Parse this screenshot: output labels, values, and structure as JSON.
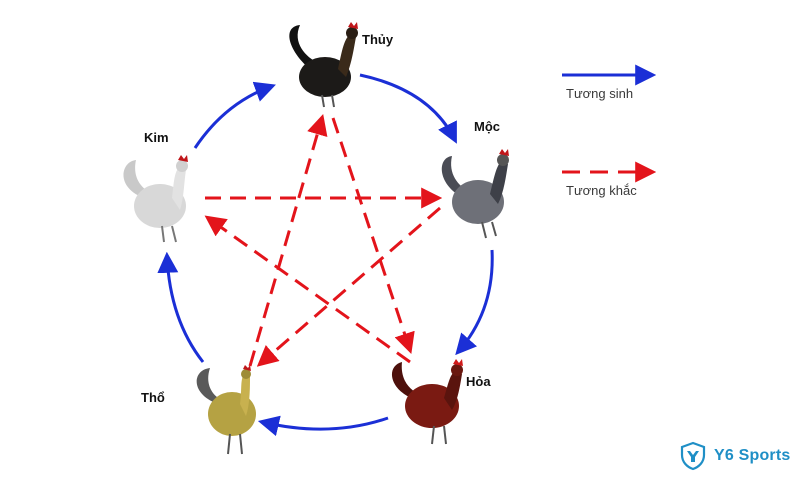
{
  "diagram": {
    "nodes": [
      {
        "id": "thuy",
        "label": "Thủy",
        "color": "#1c1a18",
        "accent": "#3a2a1a"
      },
      {
        "id": "moc",
        "label": "Mộc",
        "color": "#6e7078",
        "accent": "#3e4048"
      },
      {
        "id": "hoa",
        "label": "Hỏa",
        "color": "#7a1a12",
        "accent": "#4d100c"
      },
      {
        "id": "tho",
        "label": "Thổ",
        "color": "#b5a243",
        "accent": "#5a5a5a"
      },
      {
        "id": "kim",
        "label": "Kim",
        "color": "#d8d8d8",
        "accent": "#a9a9a9"
      }
    ],
    "edges_sinh": [
      {
        "from": "thuy",
        "to": "moc"
      },
      {
        "from": "moc",
        "to": "hoa"
      },
      {
        "from": "hoa",
        "to": "tho"
      },
      {
        "from": "tho",
        "to": "kim"
      },
      {
        "from": "kim",
        "to": "thuy"
      }
    ],
    "edges_khac": [
      {
        "from": "thuy",
        "to": "hoa"
      },
      {
        "from": "hoa",
        "to": "kim"
      },
      {
        "from": "kim",
        "to": "moc"
      },
      {
        "from": "moc",
        "to": "tho"
      },
      {
        "from": "tho",
        "to": "thuy"
      }
    ]
  },
  "legend": {
    "sinh": {
      "label": "Tương sinh",
      "color": "#1b2fd6",
      "icon": "solid-arrow-icon"
    },
    "khac": {
      "label": "Tương khắc",
      "color": "#e3141b",
      "icon": "dashed-arrow-icon"
    }
  },
  "logo": {
    "text": "Y6 Sports",
    "color": "#1f8fc6",
    "icon": "shield-logo-icon"
  }
}
